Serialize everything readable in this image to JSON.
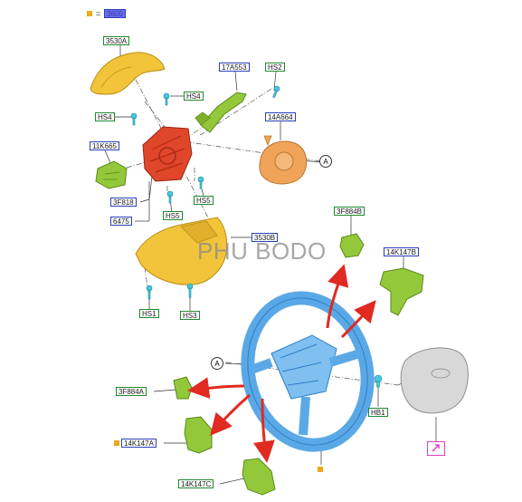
{
  "legend": {
    "equals": "=",
    "code": "3600"
  },
  "watermark": "PHU BODO",
  "labels": {
    "l3530A": "3530A",
    "l17A553": "17A553",
    "lHS2": "HS2",
    "lHS4a": "HS4",
    "lHS4b": "HS4",
    "l14A664": "14A664",
    "l11K665": "11K665",
    "l3F818": "3F818",
    "l6475": "6475",
    "lHS5a": "HS5",
    "lHS5b": "HS5",
    "l3530B": "3530B",
    "l3F884B": "3F884B",
    "l14K147B": "14K147B",
    "lHS1": "HS1",
    "lHS3": "HS3",
    "lA1": "A",
    "lA2": "A",
    "l3F884A": "3F884A",
    "l14K147A": "14K147A",
    "lHB1": "HB1",
    "l14K147C": "14K147C"
  },
  "colors": {
    "label_green_border": "#1e8a2e",
    "label_blue_border": "#2b3fb8",
    "shroud_yellow": "#f2c43a",
    "clockspring_orange": "#f0a45a",
    "switch_red": "#e0462a",
    "switch_green": "#93c83a",
    "wheel_blue": "#5aa9e6",
    "airbag_grey": "#d8d8d8",
    "arrow_red": "#e02a22",
    "fastener_cyan": "#49c6dc",
    "legend_orange": "#f0a818",
    "link_magenta": "#e040c8"
  }
}
